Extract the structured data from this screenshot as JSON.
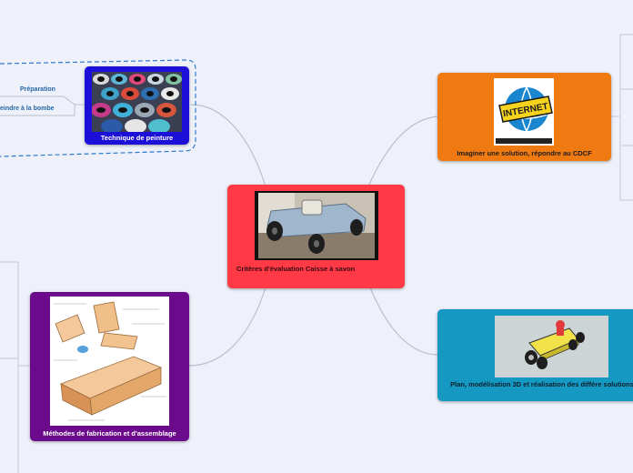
{
  "central": {
    "label": "Critères d'évaluation Caisse à savon",
    "color": "#ff3a46"
  },
  "branches": {
    "paint": {
      "label": "Technique de peinture",
      "color": "#1b0fd8",
      "image_icon": "spray-paint-cans-image",
      "children": [
        "Préparation",
        "eindre à la bombe"
      ]
    },
    "internet": {
      "label": "Imaginer une solution, répondre au CDCF",
      "color": "#f07a12",
      "image_icon": "internet-globe-image",
      "image_text": "INTERNET"
    },
    "methods": {
      "label": "Méthodes de fabrication et d'assemblage",
      "color": "#6b0a8a",
      "image_icon": "technical-drawing-image"
    },
    "plan": {
      "label": "Plan, modélisation 3D et réalisation des différe solutions",
      "color": "#1598c2",
      "image_icon": "soapbox-car-3d-image"
    }
  }
}
